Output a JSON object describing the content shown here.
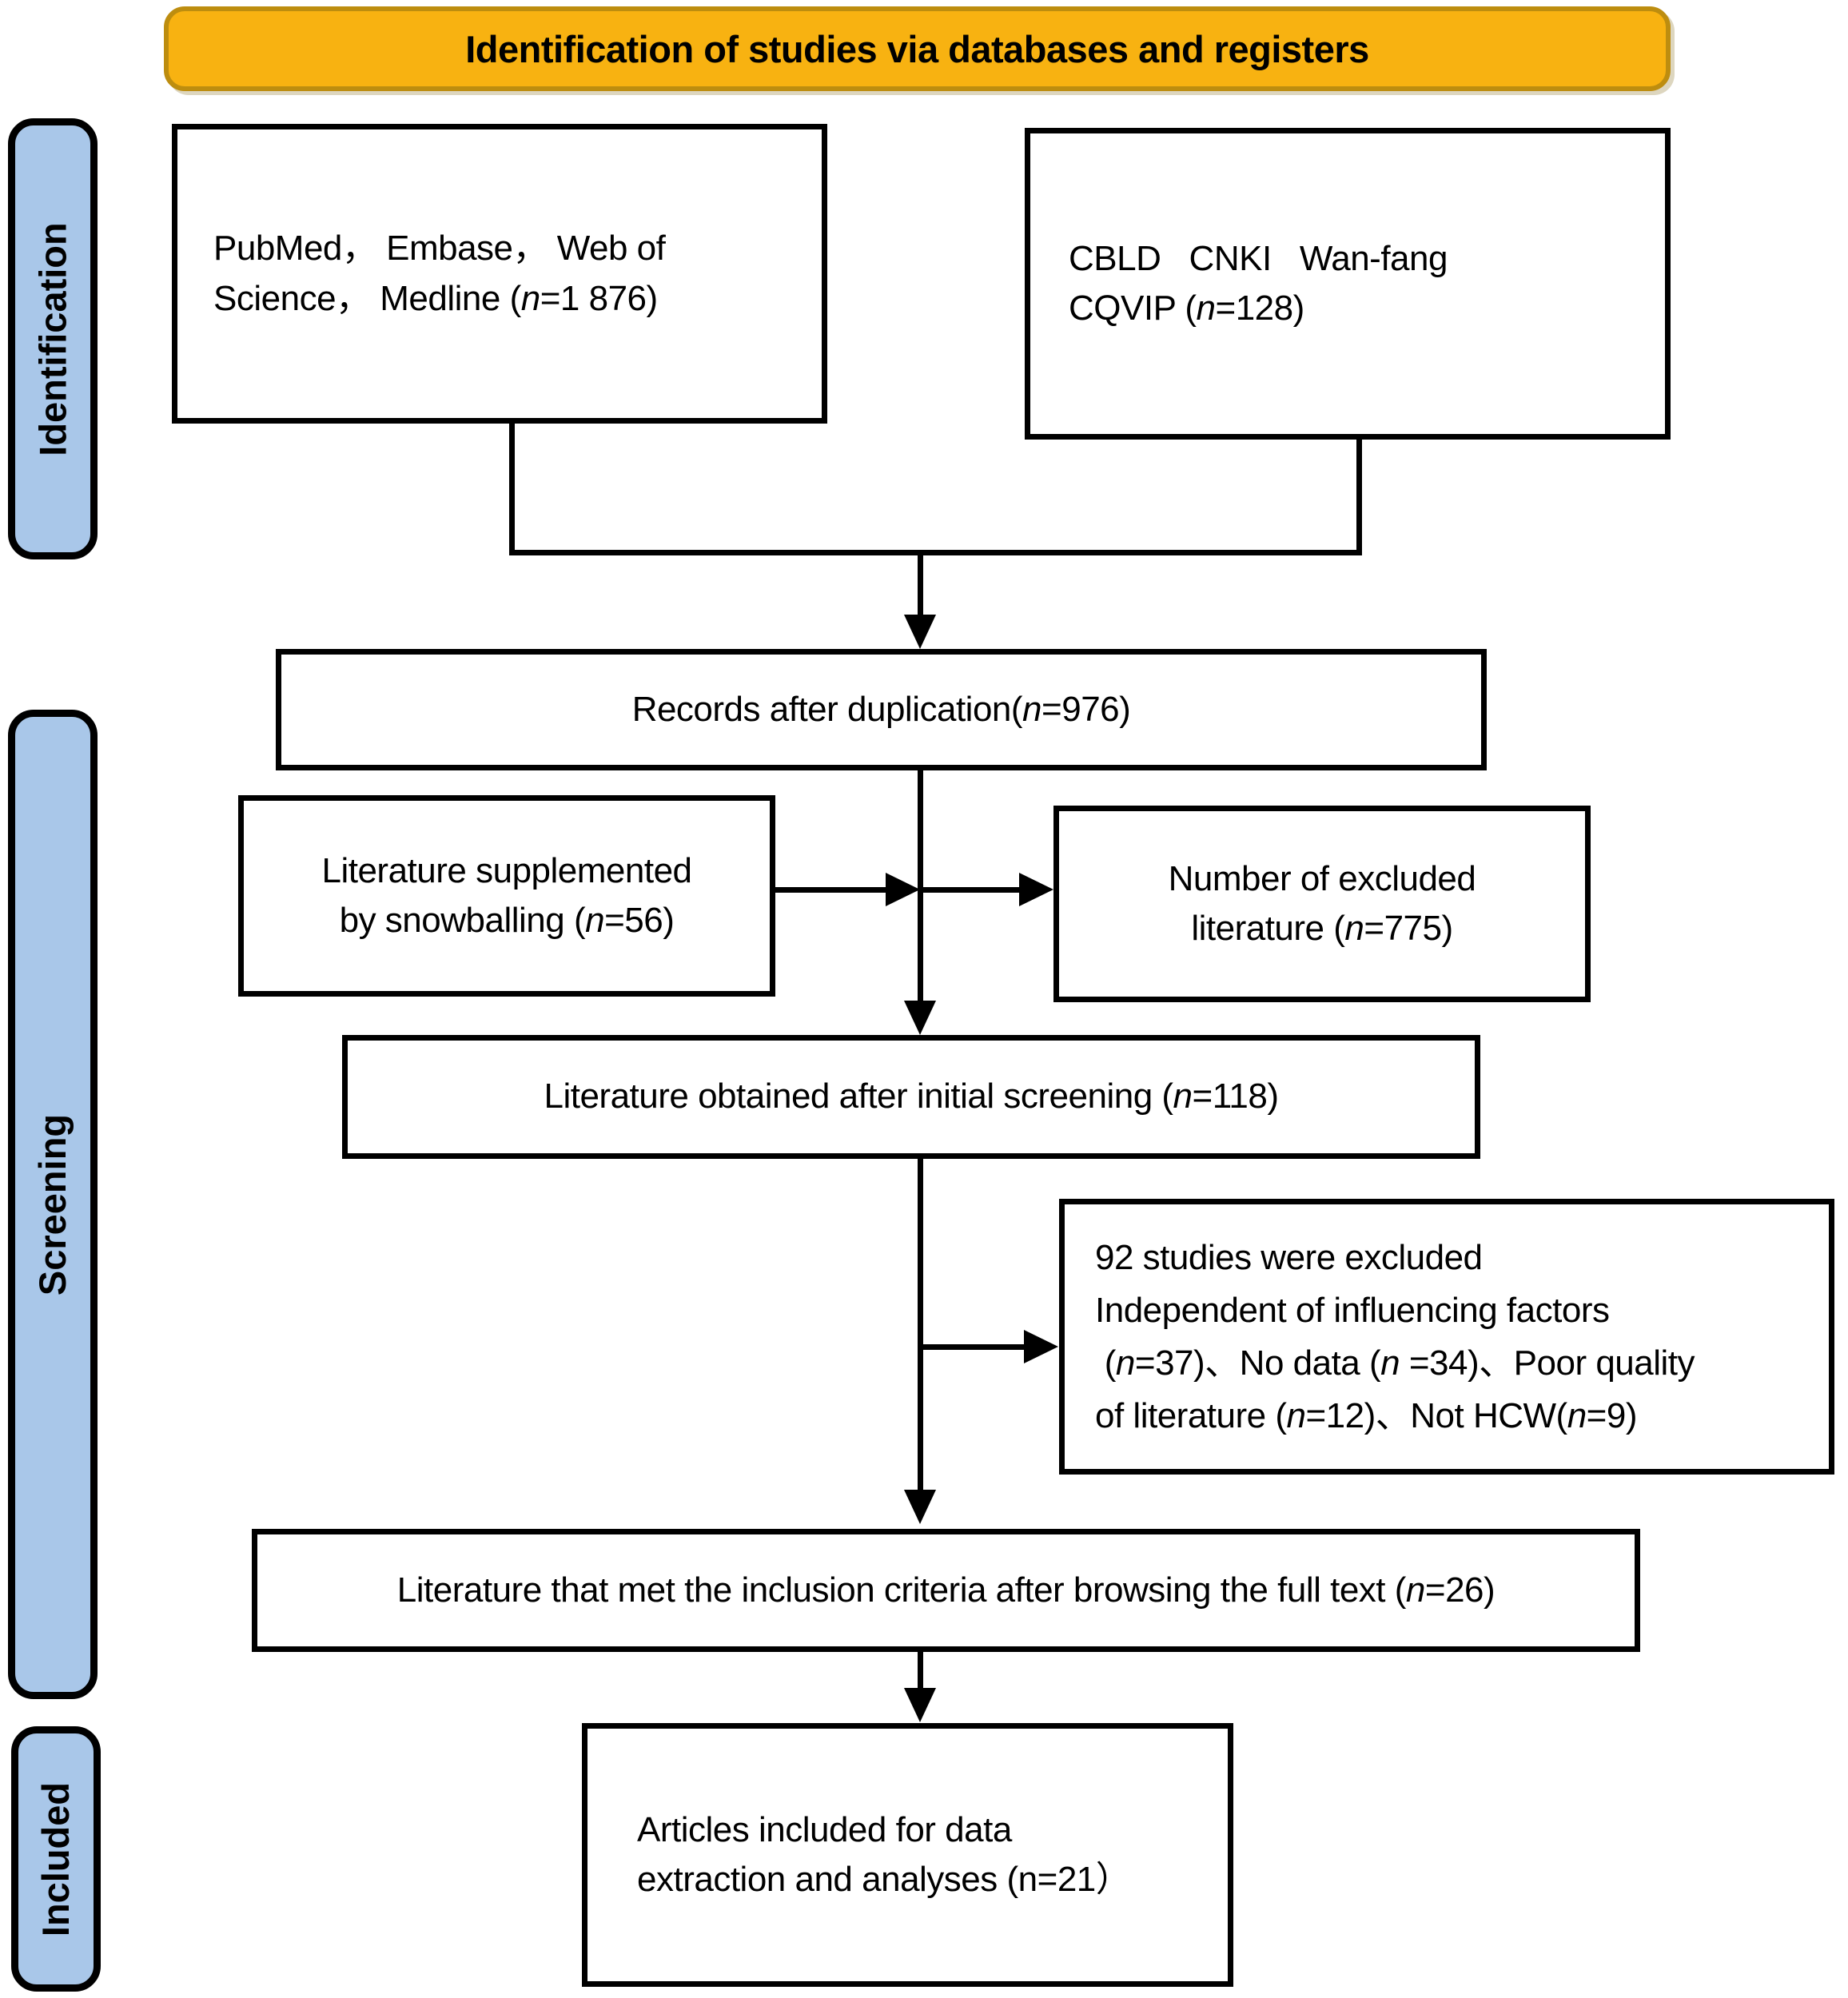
{
  "banner": {
    "title": "Identification of studies via databases and registers"
  },
  "stages": {
    "identification": "Identification",
    "screening": "Screening",
    "included": "Included"
  },
  "boxes": {
    "databases_international": "PubMed， Embase， Web of<br>Science， Medline (<i>n</i>=1 876)",
    "databases_chinese": "CBLD&nbsp;&nbsp; CNKI&nbsp;&nbsp; Wan-fang<br>CQVIP (<i>n</i>=128)",
    "records_after_duplication": "Records after duplication(<i>n</i>=976)",
    "snowballing_supplement": "Literature supplemented<br>by snowballing (<i>n</i>=56)",
    "excluded_literature": "Number of excluded<br>literature (<i>n</i>=775)",
    "initial_screening": "Literature obtained after initial screening (<i>n</i>=118)",
    "exclusion_reasons": "92 studies were excluded<br>Independent of influencing factors<br>&nbsp;(<i>n</i>=37)、No data (<i>n</i> =34)、Poor quality<br>of literature (<i>n</i>=12)、Not HCW(<i>n</i>=9)",
    "full_text_inclusion": "Literature that met the inclusion criteria after browsing the full text (<i>n</i>=26)",
    "included_articles": "Articles included for data<br>extraction and analyses (n=21）"
  },
  "colors": {
    "banner_fill": "#F8B211",
    "banner_border": "#BD8D0F",
    "stage_fill": "#A9C7E9",
    "stage_border": "#000000",
    "box_fill": "#FFFFFF",
    "box_border": "#000000",
    "text": "#000000"
  }
}
